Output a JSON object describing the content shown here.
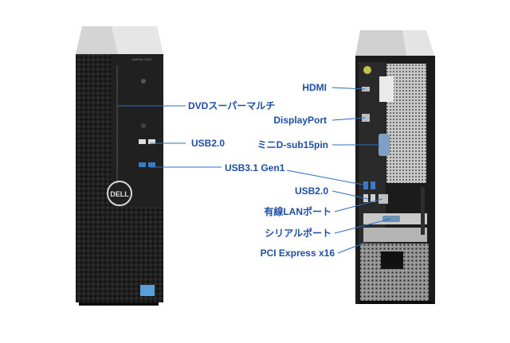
{
  "front": {
    "brand_text": "DELL",
    "model_text": "OptiPlex 3060"
  },
  "callouts": {
    "dvd": "DVDスーパーマルチ",
    "usb2_front": "USB2.0",
    "usb31": "USB3.1 Gen1",
    "hdmi": "HDMI",
    "displayport": "DisplayPort",
    "mini_dsub": "ミニD-sub15pin",
    "usb2_rear": "USB2.0",
    "lan": "有線LANポート",
    "serial": "シリアルポート",
    "pci": "PCI Express x16"
  },
  "colors": {
    "callout_text": "#1f4fa3",
    "leader_line": "#2f6fc0",
    "chassis_dark": "#1a1a1a",
    "chassis_side": "#d9d9d9"
  }
}
